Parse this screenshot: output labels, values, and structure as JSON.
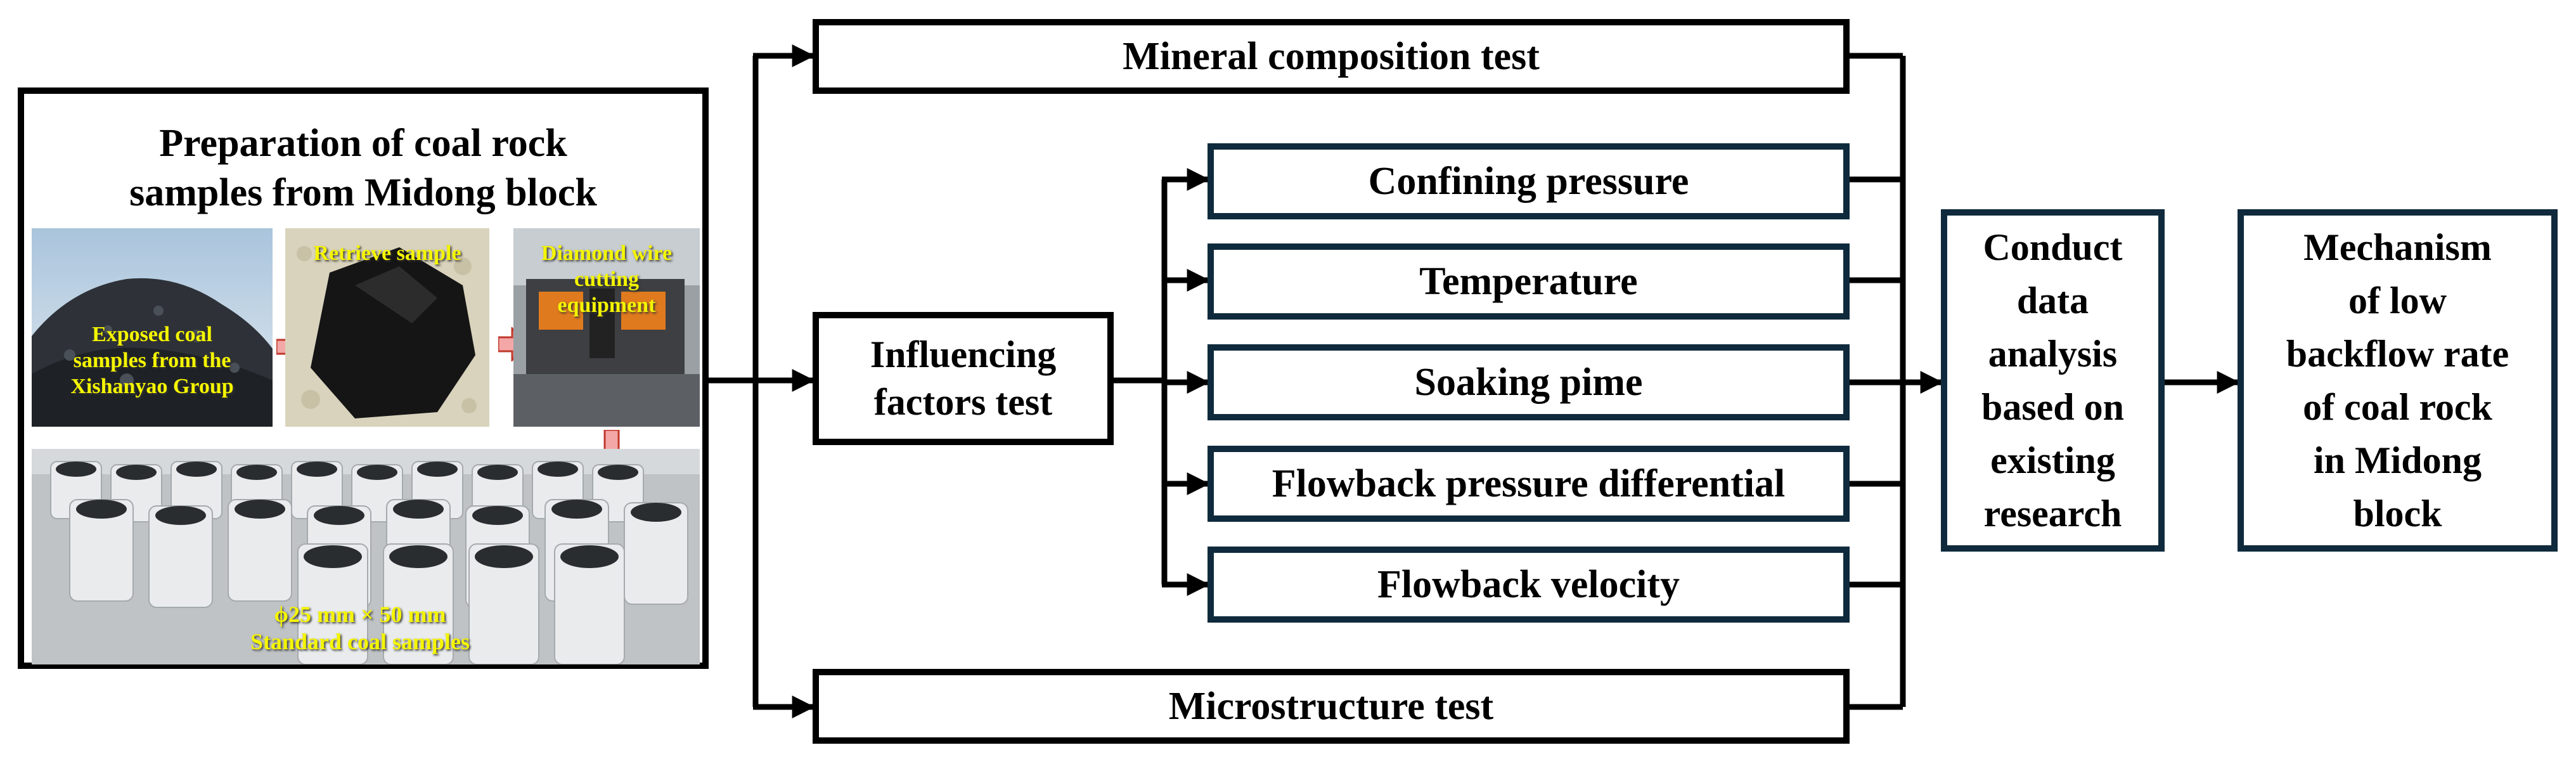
{
  "prep": {
    "title": "Preparation of coal rock\nsamples from Midong block",
    "photo1_caption": "Exposed coal\nsamples from the\nXishanyao Group",
    "photo2_caption": "Retrieve sample",
    "photo3_caption": "Diamond wire\ncutting\nequipment",
    "photo4_caption": "ϕ25 mm × 50 mm\nStandard coal samples"
  },
  "boxes": {
    "mineral": "Mineral composition test",
    "influencing": "Influencing\nfactors test",
    "microstructure": "Microstructure test",
    "factors": [
      "Confining pressure",
      "Temperature",
      "Soaking pime",
      "Flowback pressure differential",
      "Flowback velocity"
    ],
    "analysis": "Conduct\ndata\nanalysis\nbased on\nexisting\nresearch",
    "mechanism": "Mechanism\nof low\nbackflow rate\nof coal rock\nin Midong\nblock"
  },
  "colors": {
    "box_border": "#000000",
    "result_border": "#0f2a3c",
    "caption_text": "#f5f500",
    "pink_arrow": "#f4a7a7"
  }
}
